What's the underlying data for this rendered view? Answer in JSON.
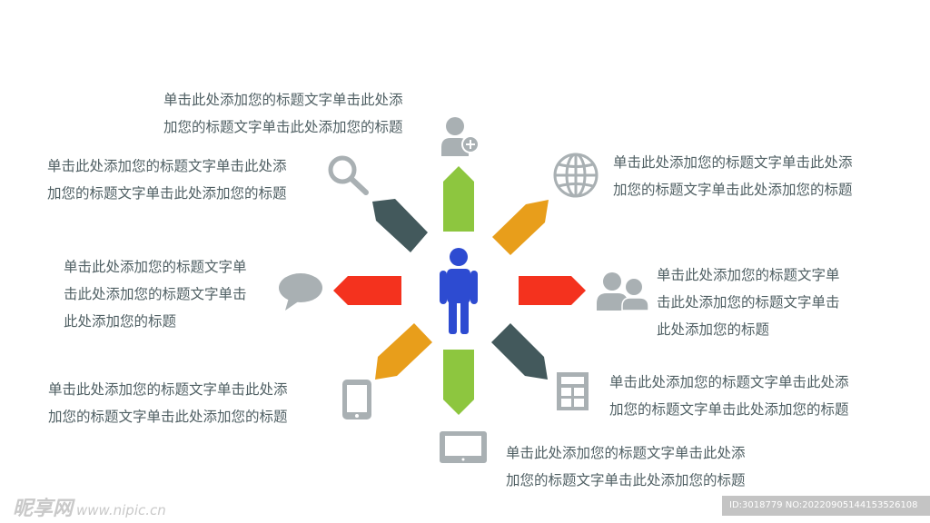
{
  "colors": {
    "green": "#8dc63f",
    "orange": "#e89e1b",
    "slate": "#43595c",
    "red": "#f4321e",
    "person": "#2d4bd1",
    "icon": "#a9b0b3",
    "text": "#4f5f63"
  },
  "center": {
    "icon": "person-icon"
  },
  "items": [
    {
      "icon": "user-add-icon",
      "lines": [
        "单击此处添加您的标题文字单击此处添",
        "加您的标题文字单击此处添加您的标题"
      ]
    },
    {
      "icon": "search-icon",
      "lines": [
        "单击此处添加您的标题文字单击此处添",
        "加您的标题文字单击此处添加您的标题"
      ]
    },
    {
      "icon": "chat-bubble-icon",
      "lines": [
        "单击此处添加您的标题文字单",
        "击此处添加您的标题文字单击",
        "此处添加您的标题"
      ]
    },
    {
      "icon": "tablet-icon",
      "lines": [
        "单击此处添加您的标题文字单击此处添",
        "加您的标题文字单击此处添加您的标题"
      ]
    },
    {
      "icon": "globe-icon",
      "lines": [
        "单击此处添加您的标题文字单击此处添",
        "加您的标题文字单击此处添加您的标题"
      ]
    },
    {
      "icon": "group-icon",
      "lines": [
        "单击此处添加您的标题文字单",
        "击此处添加您的标题文字单击",
        "此处添加您的标题"
      ]
    },
    {
      "icon": "calculator-icon",
      "lines": [
        "单击此处添加您的标题文字单击此处添",
        "加您的标题文字单击此处添加您的标题"
      ]
    },
    {
      "icon": "monitor-icon",
      "lines": [
        "单击此处添加您的标题文字单击此处添",
        "加您的标题文字单击此处添加您的标题"
      ]
    }
  ],
  "watermark": {
    "brand": "昵享网",
    "url": "www.nipic.cn"
  },
  "id_bar": "ID:3018779 NO:20220905144153526108"
}
